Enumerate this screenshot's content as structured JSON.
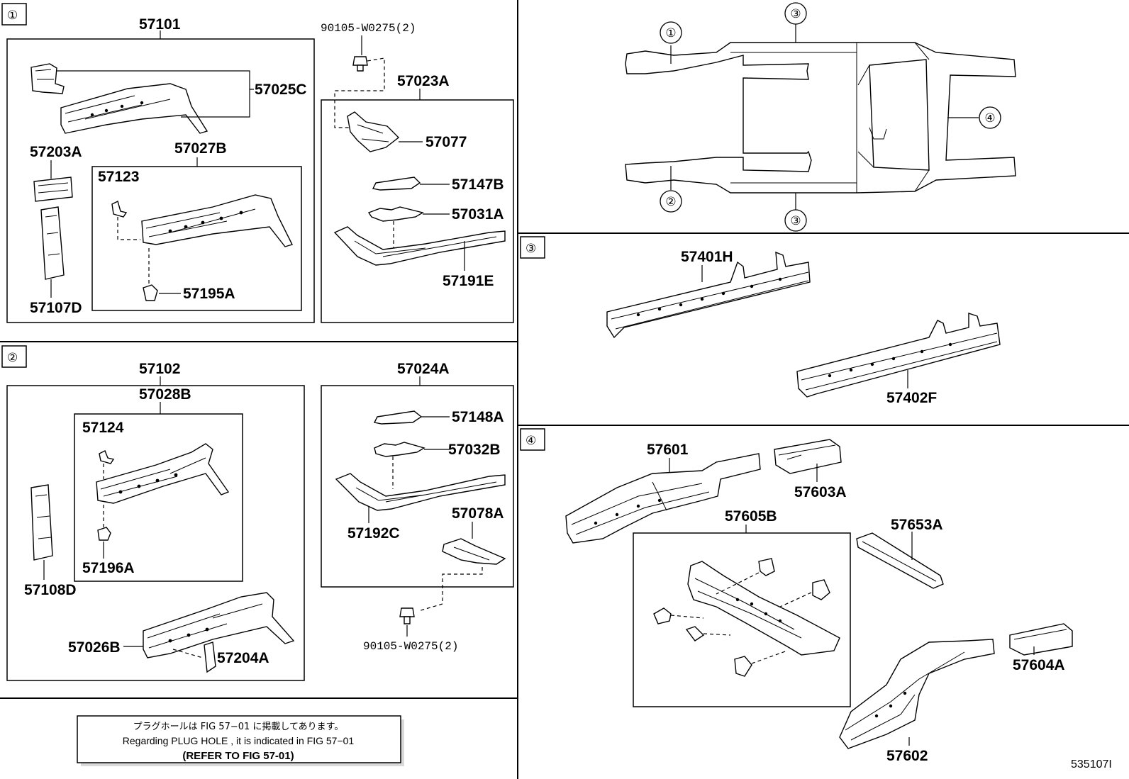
{
  "sections": {
    "s1": "①",
    "s2": "②",
    "s3": "③",
    "s4": "④"
  },
  "parts": {
    "p57101": "57101",
    "p57025C": "57025C",
    "p57203A": "57203A",
    "p57027B": "57027B",
    "p57123": "57123",
    "p57195A": "57195A",
    "p57107D": "57107D",
    "p90105_top": "90105-W0275(2)",
    "p57023A": "57023A",
    "p57077": "57077",
    "p57147B": "57147B",
    "p57031A": "57031A",
    "p57191E": "57191E",
    "p57102": "57102",
    "p57028B": "57028B",
    "p57124": "57124",
    "p57196A": "57196A",
    "p57108D": "57108D",
    "p57026B": "57026B",
    "p57204A": "57204A",
    "p57024A": "57024A",
    "p57148A": "57148A",
    "p57032B": "57032B",
    "p57192C": "57192C",
    "p57078A": "57078A",
    "p90105_bot": "90105-W0275(2)",
    "p57401H": "57401H",
    "p57402F": "57402F",
    "p57601": "57601",
    "p57603A": "57603A",
    "p57605B": "57605B",
    "p57653A": "57653A",
    "p57604A": "57604A",
    "p57602": "57602"
  },
  "overview": {
    "c1": "①",
    "c2": "②",
    "c3top": "③",
    "c3bot": "③",
    "c4": "④"
  },
  "note": {
    "jp": "プラグホールは FIG 57−01 に掲載してあります。",
    "en": "Regarding  PLUG  HOLE , it is indicated in  FIG  57−01",
    "ref": "(REFER  TO  FIG  57-01)"
  },
  "figure_number": "535107I"
}
